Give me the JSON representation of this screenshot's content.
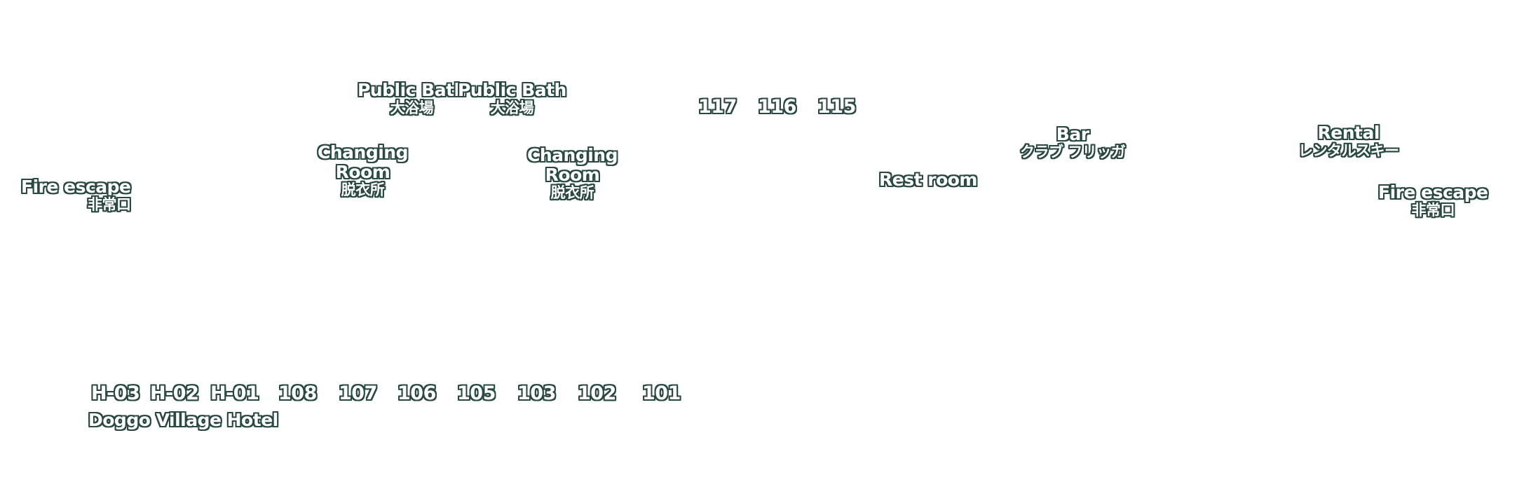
{
  "labels": {
    "public_bath_1": {
      "en": "Public Bath",
      "jp": "大浴場"
    },
    "public_bath_2": {
      "en": "Public Bath",
      "jp": "大浴場"
    },
    "changing_room_1": {
      "en_line1": "Changing",
      "en_line2": "Room",
      "jp": "脱衣所"
    },
    "changing_room_2": {
      "en_line1": "Changing",
      "en_line2": "Room",
      "jp": "脱衣所"
    },
    "fire_escape_left": {
      "en": "Fire escape",
      "jp": "非常口"
    },
    "fire_escape_right": {
      "en": "Fire escape",
      "jp": "非常口"
    },
    "rest_room": {
      "en": "Rest room"
    },
    "bar": {
      "en": "Bar",
      "jp": "クラブ フリッガ"
    },
    "rental": {
      "en": "Rental",
      "jp": "レンタルスキー"
    },
    "hotel_name": {
      "en": "Doggo Village Hotel"
    }
  },
  "rooms_top": [
    "117",
    "116",
    "115"
  ],
  "rooms_bottom": [
    "H-03",
    "H-02",
    "H-01",
    "108",
    "107",
    "106",
    "105",
    "103",
    "102",
    "101"
  ]
}
